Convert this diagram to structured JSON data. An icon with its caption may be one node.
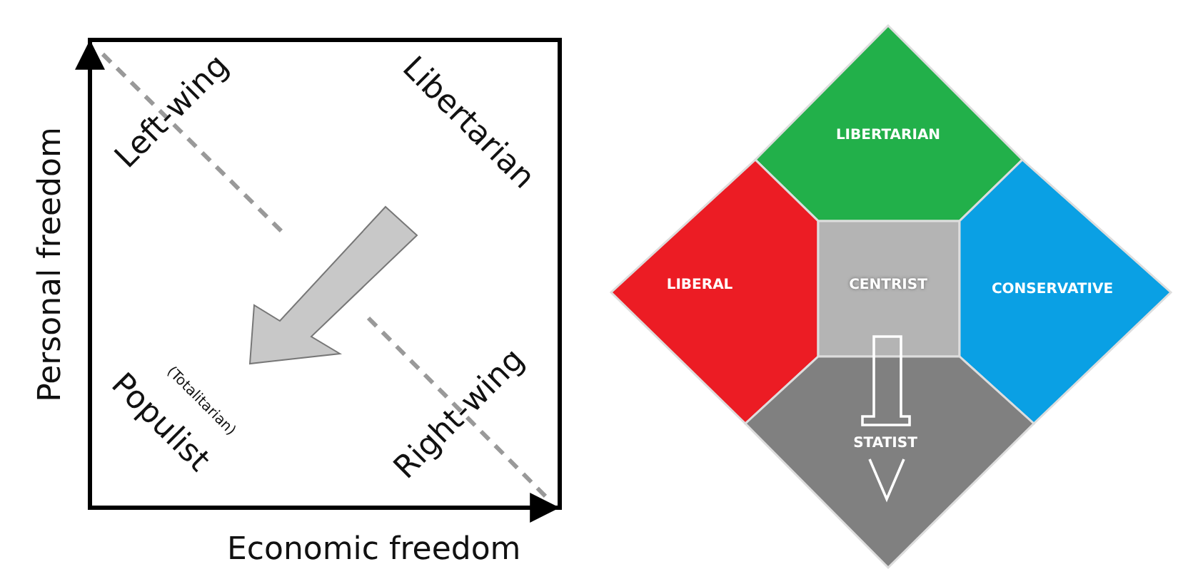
{
  "diagram": {
    "nodes": [
      {
        "text": [
          "LIBERTARIAN"
        ]
      },
      {
        "text": [
          "LIBERAL"
        ]
      },
      {
        "text": [
          "CENTRIST"
        ]
      },
      {
        "text": [
          "CONSERVATIVE"
        ]
      },
      {
        "text": [
          "STATIST"
        ]
      }
    ],
    "labels": [
      "Personal freedom",
      "Left-wing",
      "Libertarian",
      "(Totalitarian)",
      "Populist",
      "Right-wing",
      "Economic freedom"
    ]
  }
}
